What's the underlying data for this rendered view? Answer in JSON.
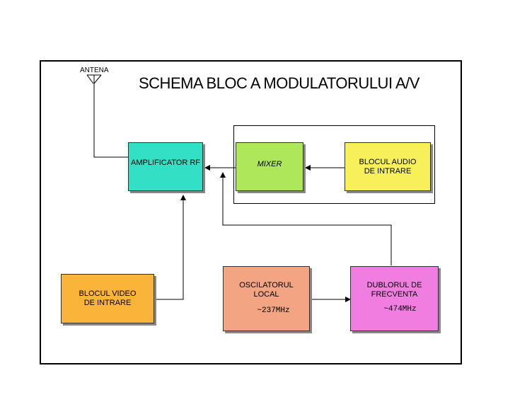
{
  "diagram": {
    "title": "SCHEMA BLOC A MODULATORULUI A/V",
    "antenna_label": "ANTENA",
    "blocks": {
      "amplifier": {
        "label": "AMPLIFICATOR RF",
        "color": "#33e0c6"
      },
      "mixer": {
        "label": "MIXER",
        "color": "#aee85a"
      },
      "audio": {
        "line1": "BLOCUL AUDIO",
        "line2": "DE INTRARE",
        "color": "#f7f05a"
      },
      "video": {
        "line1": "BLOCUL VIDEO",
        "line2": "DE INTRARE",
        "color": "#fbb43a"
      },
      "oscillator": {
        "line1": "OSCILATORUL",
        "line2": "LOCAL",
        "freq": "~237MHz",
        "color": "#f2a483"
      },
      "doubler": {
        "line1": "DUBLORUL DE",
        "line2": "FRECVENTA",
        "freq": "~474MHz",
        "color": "#f07ee0"
      }
    }
  }
}
